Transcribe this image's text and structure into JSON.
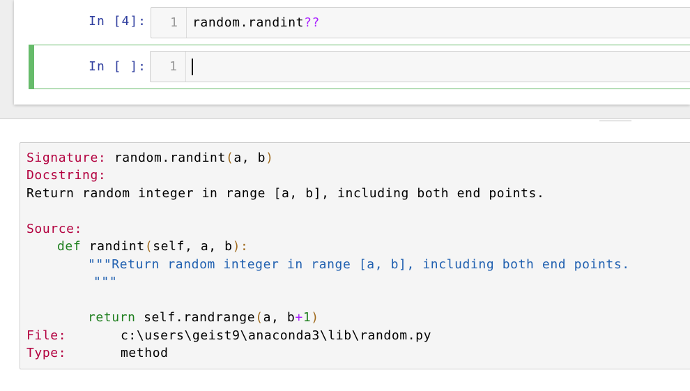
{
  "cells": [
    {
      "prompt": "In [4]:",
      "line_number": "1",
      "code": "random.randint",
      "code_suffix": "??"
    },
    {
      "prompt": "In [ ]:",
      "line_number": "1",
      "code": ""
    }
  ],
  "pager": {
    "signature_label": "Signature:",
    "signature_func": "random.randint",
    "signature_open": "(",
    "signature_args": "a, b",
    "signature_close": ")",
    "docstring_label": "Docstring:",
    "docstring_text": "Return random integer in range [a, b], including both end points.",
    "source_label": "Source:",
    "source_def": "def",
    "source_func": "randint",
    "source_open": "(",
    "source_params": "self, a, b",
    "source_close": "):",
    "source_docstring_1": "\"\"\"Return random integer in range [a, b], including both end points.",
    "source_docstring_2": "\"\"\"",
    "source_return": "return",
    "source_return_expr": "self.randrange",
    "source_return_open": "(",
    "source_return_args": "a, b",
    "source_return_plus": "+",
    "source_return_one": "1",
    "source_return_close": ")",
    "file_label": "File:",
    "file_value": "c:\\users\\geist9\\anaconda3\\lib\\random.py",
    "type_label": "Type:",
    "type_value": "method"
  },
  "colors": {
    "cell_selected": "#66bb6a",
    "prompt": "#303f9f",
    "keyword": "#1f7f1f",
    "string": "#2060b0",
    "label": "#b3003f"
  }
}
